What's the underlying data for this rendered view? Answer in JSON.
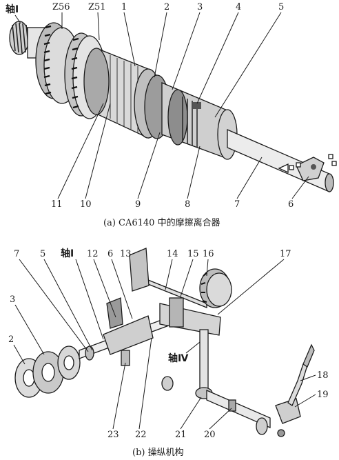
{
  "figure_a": {
    "caption": "(a) CA6140 中的摩擦离合器",
    "axis_label": "轴Ⅰ",
    "gear_labels": [
      "Z56",
      "Z51"
    ],
    "top_numbers": [
      "1",
      "2",
      "3",
      "4",
      "5"
    ],
    "bottom_numbers": [
      "11",
      "10",
      "9",
      "8",
      "7",
      "6"
    ]
  },
  "figure_b": {
    "caption": "(b) 操纵机构",
    "axis_label": "轴Ⅰ",
    "axis4_label": "轴Ⅳ",
    "top_numbers": [
      "7",
      "5",
      "12",
      "6",
      "13",
      "14",
      "15",
      "16",
      "17"
    ],
    "left_numbers": [
      "3",
      "2"
    ],
    "right_numbers": [
      "18",
      "19"
    ],
    "bottom_numbers": [
      "23",
      "22",
      "21",
      "20"
    ]
  }
}
